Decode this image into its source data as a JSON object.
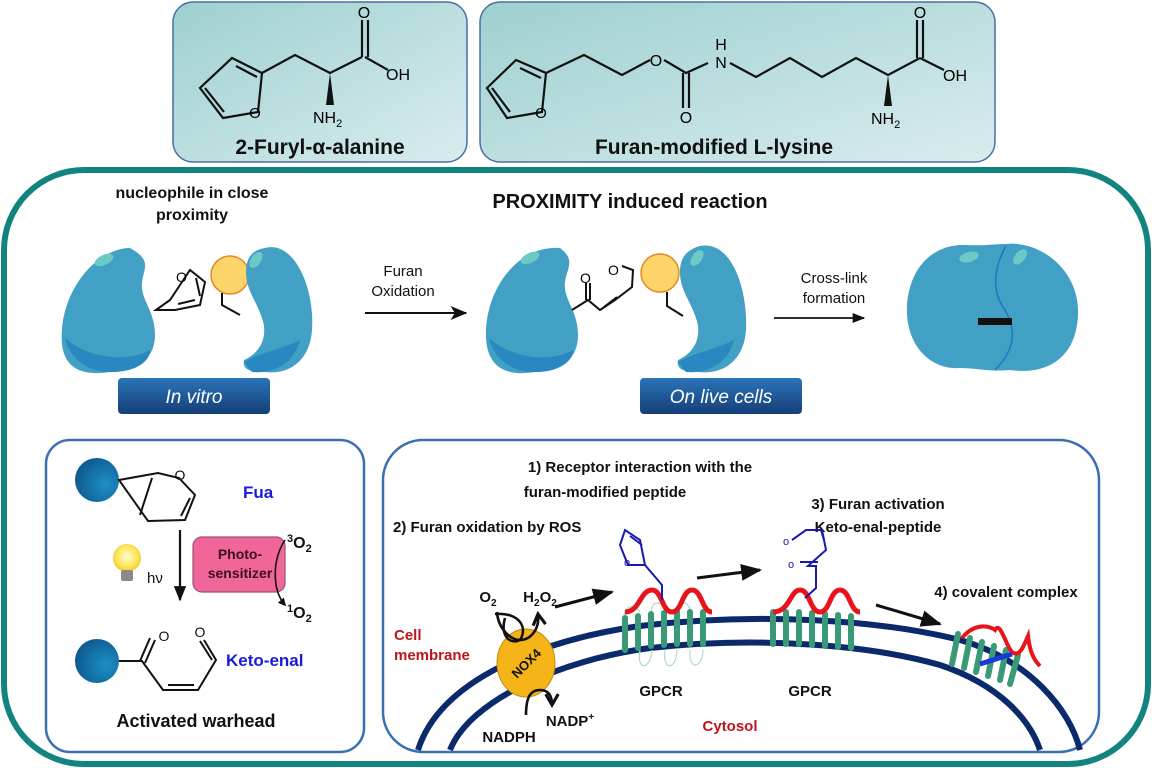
{
  "molecules": {
    "fua": {
      "name": "2-Furyl-α-alanine",
      "atoms": {
        "o_ring": "O",
        "o_carbonyl": "O",
        "oh": "OH",
        "nh2": "NH",
        "nh2_sub": "2"
      }
    },
    "lysine": {
      "name": "Furan-modified L-lysine",
      "atoms": {
        "o_ring": "O",
        "o_ester": "O",
        "o_carbonyl": "O",
        "h": "H",
        "n": "N",
        "o_acid": "O",
        "oh": "OH",
        "nh2": "NH",
        "nh2_sub": "2"
      }
    }
  },
  "proximity_panel": {
    "title": "PROXIMITY induced reaction",
    "nucleophile_label_line1": "nucleophile in close",
    "nucleophile_label_line2": "proximity",
    "arrow1_line1": "Furan",
    "arrow1_line2": "Oxidation",
    "arrow2_line1": "Cross-link",
    "arrow2_line2": "formation",
    "badge_in_vitro": "In vitro",
    "badge_live_cells": "On live cells",
    "atoms": {
      "o": "O"
    }
  },
  "warhead_panel": {
    "fua_label": "Fua",
    "ketoenal_label": "Keto-enal",
    "photosensitizer_line1": "Photo-",
    "photosensitizer_line2": "sensitizer",
    "hv": "hν",
    "triplet_o2_sup": "3",
    "singlet_o2_sup": "1",
    "o2": "O",
    "o2_sub": "2",
    "caption": "Activated warhead",
    "atoms": {
      "o": "O"
    }
  },
  "cell_panel": {
    "step1_line1": "1) Receptor interaction with the",
    "step1_line2": "furan-modified peptide",
    "step2": "2) Furan oxidation by ROS",
    "step3_line1": "3) Furan activation",
    "step3_line2": "Keto-enal-peptide",
    "step4": "4) covalent complex",
    "o2": "O",
    "o2_sub": "2",
    "h2o2_h": "H",
    "h2o2_sub1": "2",
    "h2o2_o": "O",
    "h2o2_sub2": "2",
    "nox4": "NOX4",
    "nadph": "NADPH",
    "nadp": "NADP",
    "nadp_sup": "+",
    "cell_membrane_line1": "Cell",
    "cell_membrane_line2": "membrane",
    "cytosol": "Cytosol",
    "gpcr1": "GPCR",
    "gpcr2": "GPCR",
    "atoms": {
      "o": "o"
    }
  },
  "colors": {
    "teal_frame": "#12847f",
    "protein": "#42a0c4",
    "protein_dark": "#2a88c0",
    "protein_highlight": "#6cc9c4",
    "nucleophile": "#fdd46a",
    "badge": "#1f5f9e",
    "label_blue": "#1a1ad8",
    "label_red": "#c0141c",
    "membrane": "#0b2a6b",
    "helix": "#3a9a78",
    "peptide": "#e8141c",
    "photosensitizer": "#f06699",
    "nox4": "#f5b417"
  }
}
